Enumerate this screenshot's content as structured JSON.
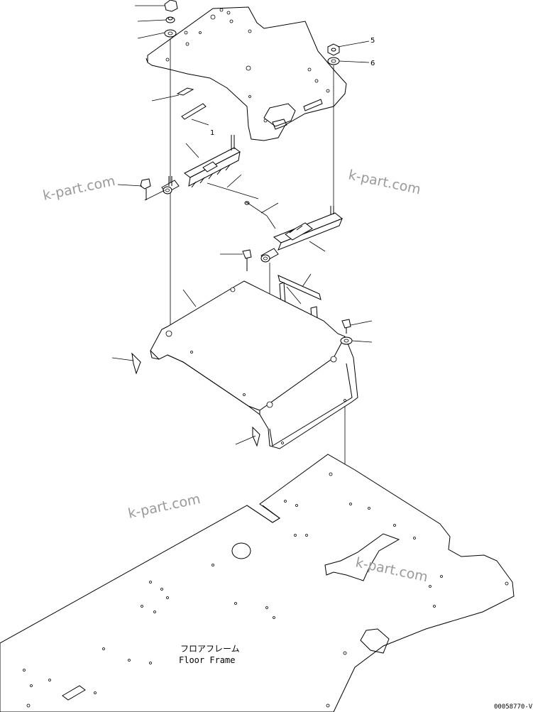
{
  "diagram": {
    "floor_frame_label_jp": "フロアフレーム",
    "floor_frame_label_en": "Floor Frame",
    "drawing_code": "00058770-V",
    "watermarks": [
      "k-part.com",
      "k-part.com",
      "k-part.com",
      "k-part.com"
    ],
    "callout_marks": [
      "5",
      "6",
      "1"
    ]
  }
}
